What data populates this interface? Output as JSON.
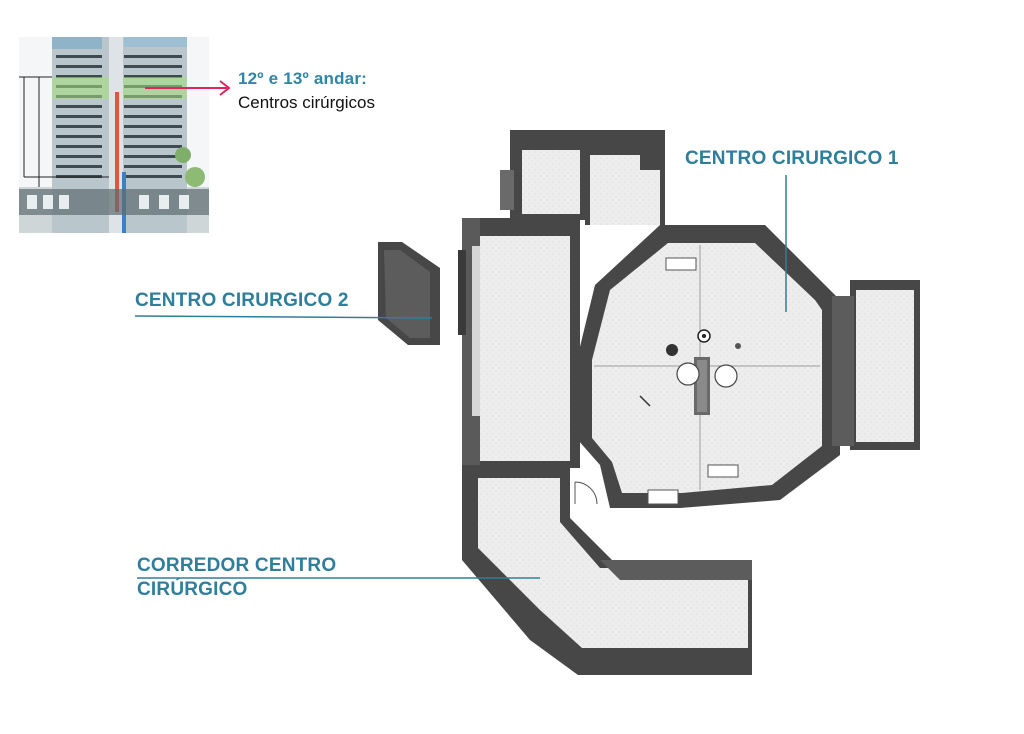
{
  "callout": {
    "floor_title": "12º e 13º andar:",
    "floor_subtitle": "Centros cirúrgicos"
  },
  "labels": {
    "centro_1": "CENTRO CIRURGICO 1",
    "centro_2": "CENTRO CIRURGICO 2",
    "corredor_line1": "CORREDOR CENTRO",
    "corredor_line2": "CIRÚRGICO"
  },
  "colors": {
    "label_blue": "#2e7e9c",
    "callout_blue": "#2e86a8",
    "arrow_red": "#e0245e",
    "wall_dark": "#474747",
    "wall_side": "#6a6a6a",
    "floor_fill": "#ececec"
  }
}
